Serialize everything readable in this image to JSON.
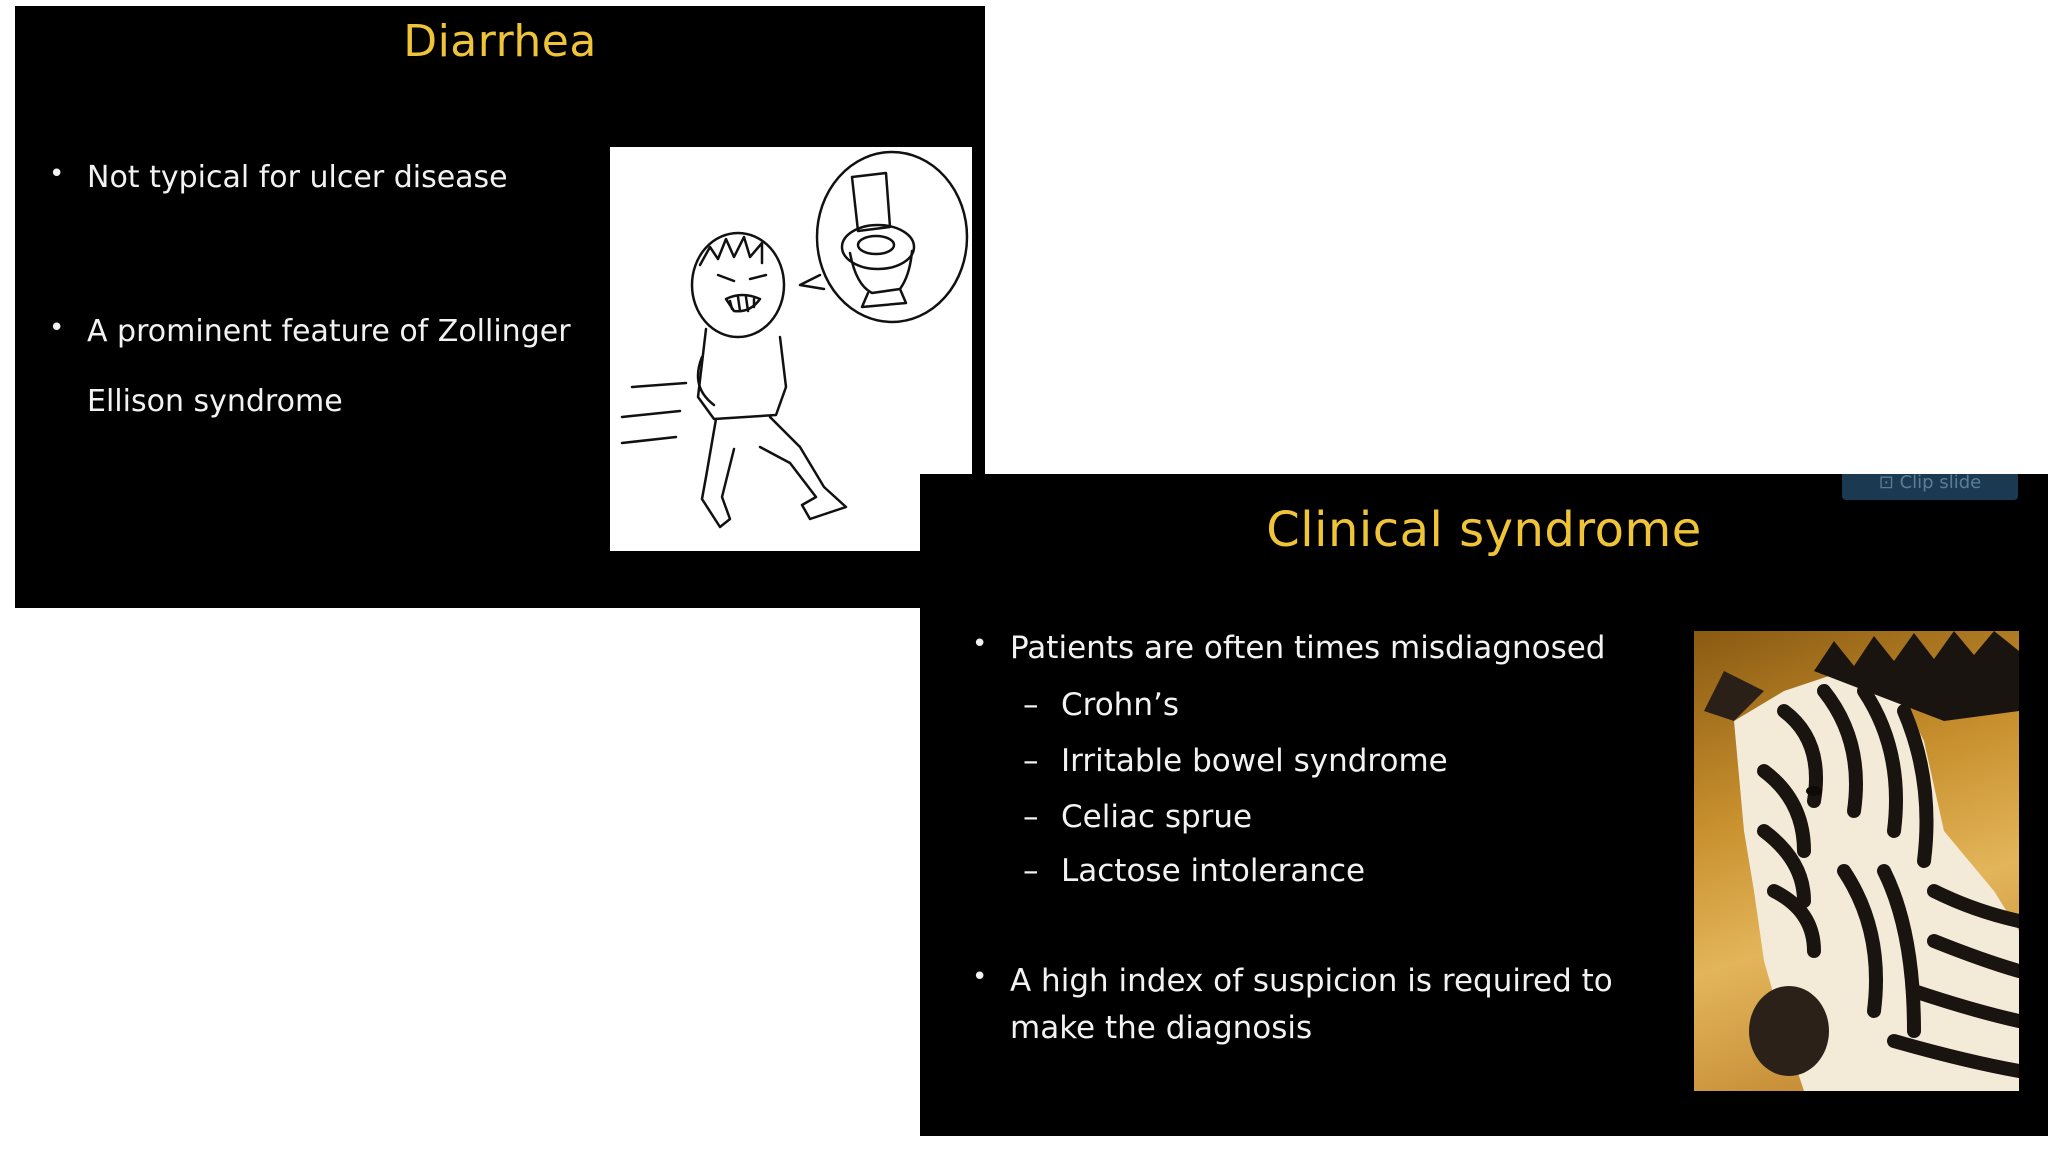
{
  "slides": [
    {
      "title": "Diarrhea",
      "bullets": [
        "Not typical for ulcer disease",
        "A prominent feature of Zollinger",
        "Ellison syndrome"
      ],
      "image_icon": "cartoon-stomachache-toilet-icon"
    },
    {
      "title": "Clinical syndrome",
      "clip_button_label": "Clip slide",
      "bullets": [
        "Patients are often times misdiagnosed",
        "A high index of suspicion is required to",
        "make the diagnosis"
      ],
      "sub_bullets": [
        "Crohn’s",
        "Irritable bowel syndrome",
        "Celiac sprue",
        "Lactose intolerance"
      ],
      "image_icon": "zebra-photo-icon"
    }
  ],
  "colors": {
    "slide_bg": "#000000",
    "title": "#f0c437",
    "body_text": "#f2f2f2",
    "page_bg": "#ffffff"
  }
}
